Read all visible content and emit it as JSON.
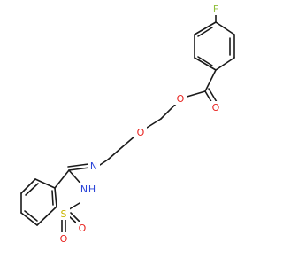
{
  "molecule": {
    "atoms": {
      "F": {
        "symbol": "F",
        "color": "#8fbf3a"
      },
      "O1": {
        "symbol": "O",
        "color": "#e8231f"
      },
      "O2": {
        "symbol": "O",
        "color": "#e8231f"
      },
      "O3": {
        "symbol": "O",
        "color": "#e8231f"
      },
      "N1": {
        "symbol": "N",
        "color": "#2a44d8"
      },
      "NH": {
        "symbol": "N",
        "color": "#2a44d8"
      },
      "H": {
        "symbol": "H",
        "color": "#2a44d8"
      },
      "S": {
        "symbol": "S",
        "color": "#c8b400"
      },
      "O4": {
        "symbol": "O",
        "color": "#e8231f"
      },
      "O5": {
        "symbol": "O",
        "color": "#e8231f"
      }
    },
    "bond_color": "#1a1a1a"
  }
}
